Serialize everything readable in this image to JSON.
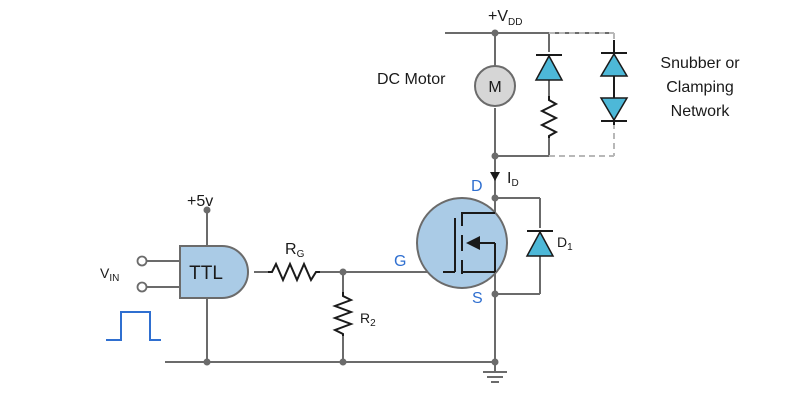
{
  "labels": {
    "vdd": {
      "main": "+V",
      "sub": "DD"
    },
    "motor": "DC Motor",
    "motor_symbol": "M",
    "snubber": [
      "Snubber or",
      "Clamping",
      "Network"
    ],
    "id": {
      "main": "I",
      "sub": "D"
    },
    "drain": "D",
    "source": "S",
    "gate": "G",
    "d1": {
      "main": "D",
      "sub": "1"
    },
    "plus5v": "+5v",
    "ttl": "TTL",
    "rg": {
      "main": "R",
      "sub": "G"
    },
    "r2": {
      "main": "R",
      "sub": "2"
    },
    "vin": {
      "main": "V",
      "sub": "IN"
    }
  },
  "colors": {
    "wire": "#6b6b6b",
    "component_fill": "#aacbe6",
    "motor_fill": "#d6d6d6",
    "diode_fill": "#4db8d8",
    "terminal_blue": "#2f6fd0"
  }
}
